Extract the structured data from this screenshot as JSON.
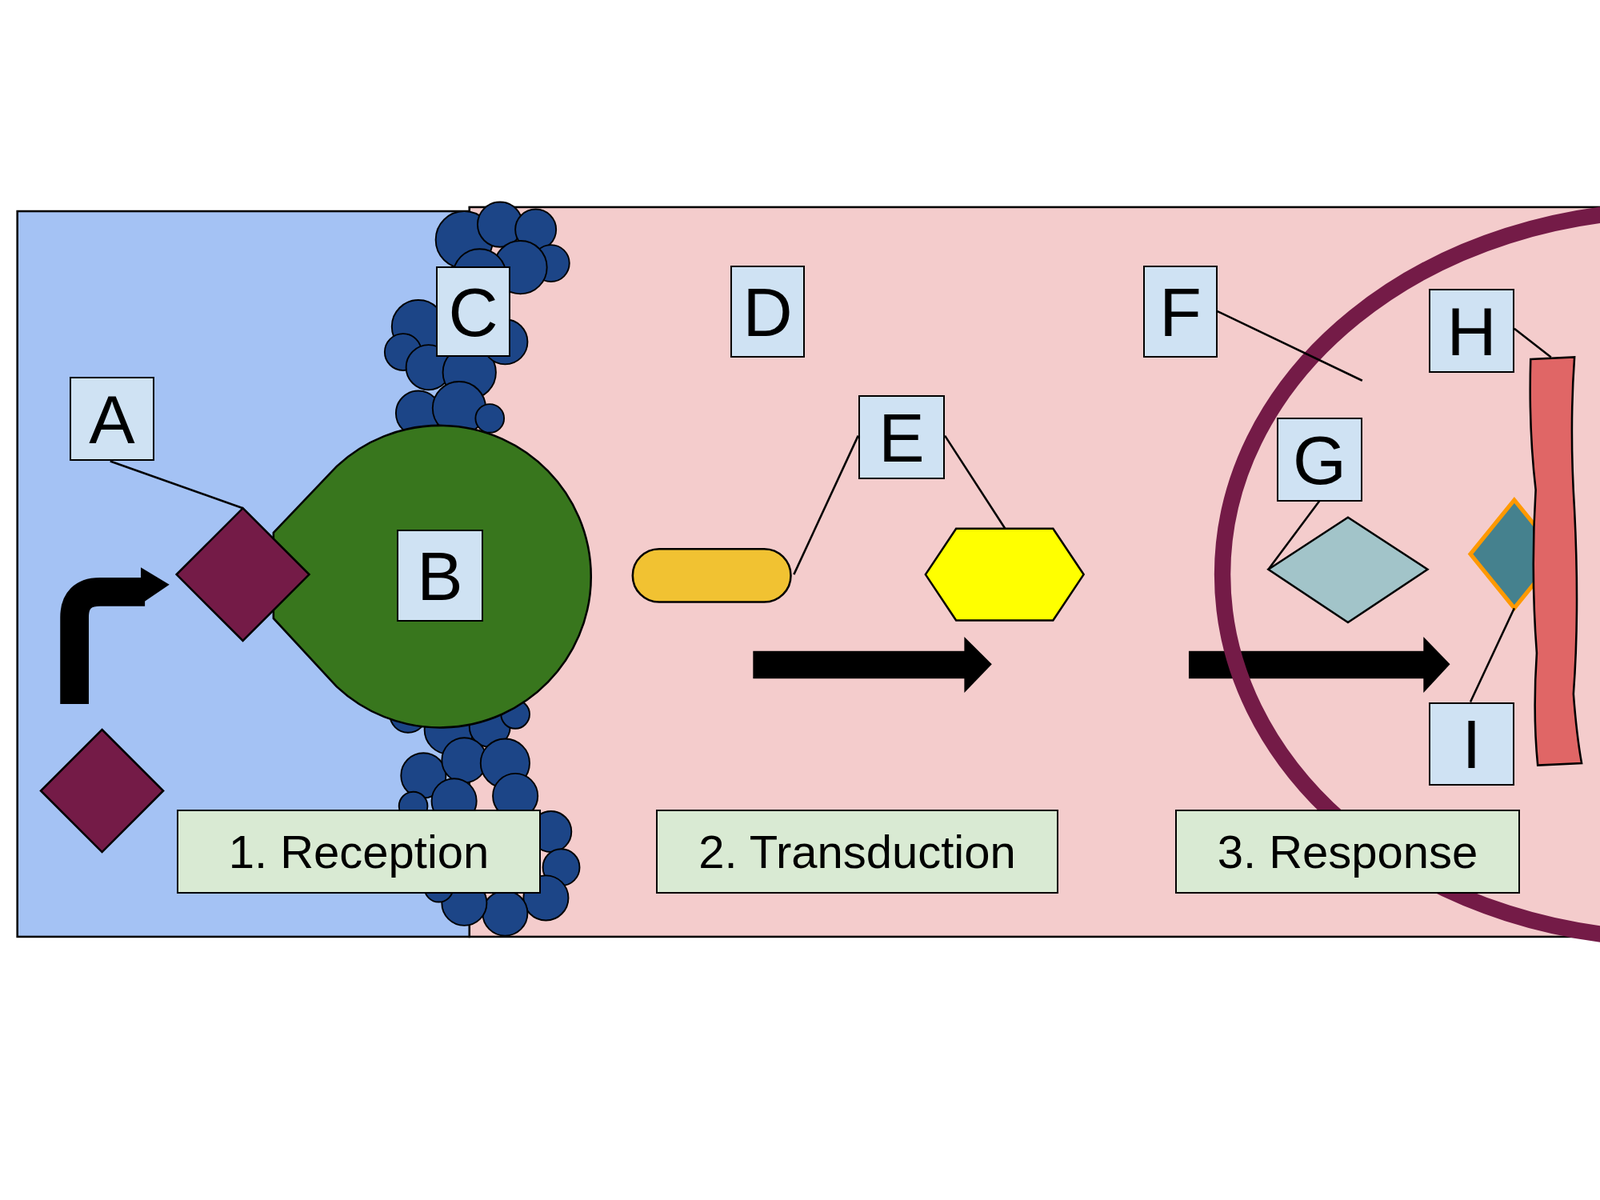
{
  "diagram": {
    "nodes": [
      {
        "text": [
          "A"
        ]
      },
      {
        "text": [
          "B"
        ]
      },
      {
        "text": [
          "C"
        ]
      },
      {
        "text": [
          "D"
        ]
      },
      {
        "text": [
          "E"
        ]
      },
      {
        "text": [
          "F"
        ]
      },
      {
        "text": [
          "G"
        ]
      },
      {
        "text": [
          "H"
        ]
      },
      {
        "text": [
          "I"
        ]
      },
      {
        "text": [
          "1. Reception"
        ]
      },
      {
        "text": [
          "2. Transduction"
        ]
      },
      {
        "text": [
          "3. Response"
        ]
      }
    ],
    "edges": []
  }
}
